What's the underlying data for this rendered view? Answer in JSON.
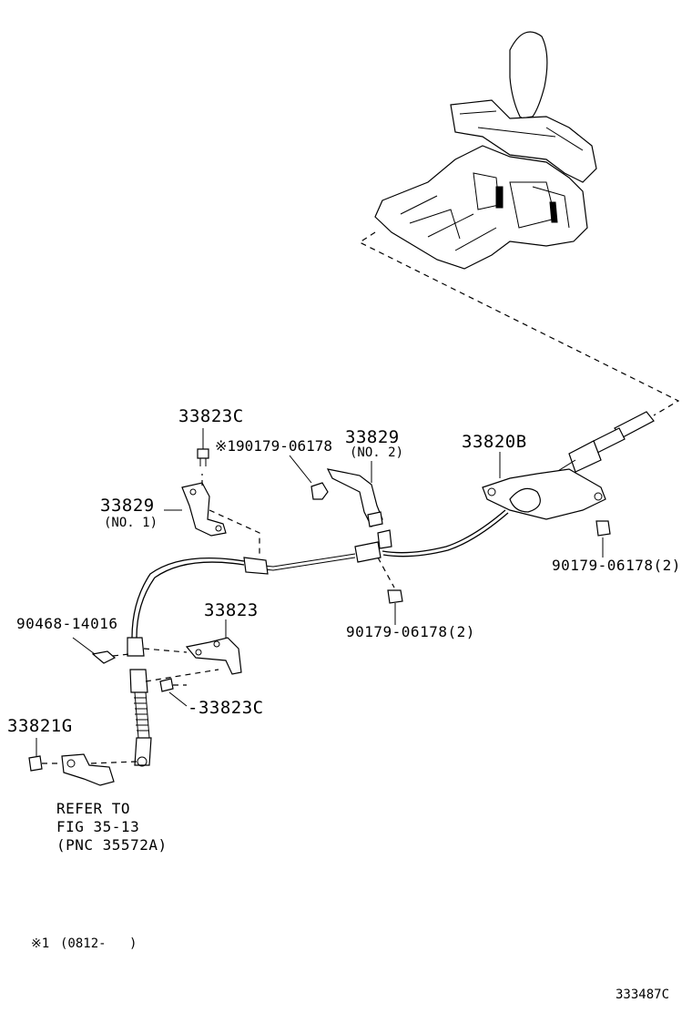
{
  "callouts": {
    "c33823C_top": "33823C",
    "c90179_top": "※190179-06178",
    "c33829_no2": "33829",
    "c33829_no2_sub": "(NO. 2)",
    "c33820B": "33820B",
    "c33829_no1": "33829",
    "c33829_no1_sub": "(NO. 1)",
    "c90179_right": "90179-06178(2)",
    "c33823": "33823",
    "c90468": "90468-14016",
    "c90179_mid": "90179-06178(2)",
    "c33823C_bottom": "-33823C",
    "c33821G": "33821G"
  },
  "refer": {
    "line1": "REFER TO",
    "line2": "FIG 35-13",
    "line3": "(PNC 35572A)"
  },
  "footnote": {
    "mark": "※1",
    "range": "(0812-",
    "close": ")"
  },
  "figure_id": "333487C"
}
